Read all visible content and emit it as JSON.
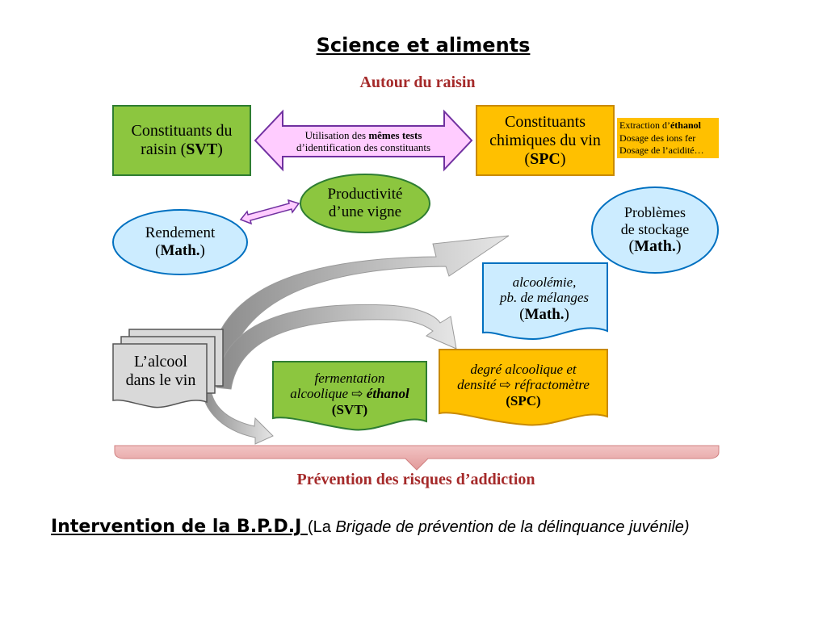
{
  "header": {
    "title": "Science et aliments",
    "subtitle": "Autour du raisin"
  },
  "boxes": {
    "raisin": {
      "line1": "Constituants du",
      "line2a": "raisin (",
      "line2b": "SVT",
      "line2c": ")"
    },
    "arrow": {
      "line1a": "Utilisation des ",
      "line1b": "mêmes tests",
      "line2": "d’identification des constituants"
    },
    "vin": {
      "line1": "Constituants",
      "line2": "chimiques du vin",
      "line3a": "(",
      "line3b": "SPC",
      "line3c": ")"
    },
    "note": {
      "line1a": "Extraction d’",
      "line1b": "éthanol",
      "line2": "Dosage des ions fer",
      "line3": "Dosage de l’acidité…"
    },
    "productivite": {
      "line1": "Productivité",
      "line2": "d’une vigne"
    },
    "rendement": {
      "line1": "Rendement",
      "line2a": "(",
      "line2b": "Math.",
      "line2c": ")"
    },
    "problemes": {
      "line1": "Problèmes",
      "line2": "de stockage",
      "line3a": "(",
      "line3b": "Math.",
      "line3c": ")"
    },
    "alcoolemie": {
      "line1": "alcoolémie,",
      "line2": "pb. de mélanges",
      "line3a": "(",
      "line3b": "Math.",
      "line3c": ")"
    },
    "alcool": {
      "line1": "L’alcool",
      "line2": "dans le vin"
    },
    "fermentation": {
      "line1": "fermentation",
      "line2a": "alcoolique ",
      "arrow": "⇨",
      "line2b": " éthanol",
      "line3": "(SVT)"
    },
    "degre": {
      "line1": "degré alcoolique et",
      "line2a": "densité ",
      "arrow": "⇨",
      "line2b": " réfractomètre",
      "line3": "(SPC)"
    }
  },
  "footer": {
    "brace_label": "Prévention des risques d’addiction",
    "intervention_strong": "Intervention de la B.P.D.J ",
    "intervention_paren": "(",
    "intervention_la": "La ",
    "intervention_italic": "Brigade de prévention de la délinquance juvénile)"
  },
  "colors": {
    "green": "#8cc63f",
    "orange": "#ffc000",
    "light_blue": "#ccecff",
    "pink": "#ffccff",
    "gray": "#d9d9d9",
    "brown": "#a52a2a"
  }
}
